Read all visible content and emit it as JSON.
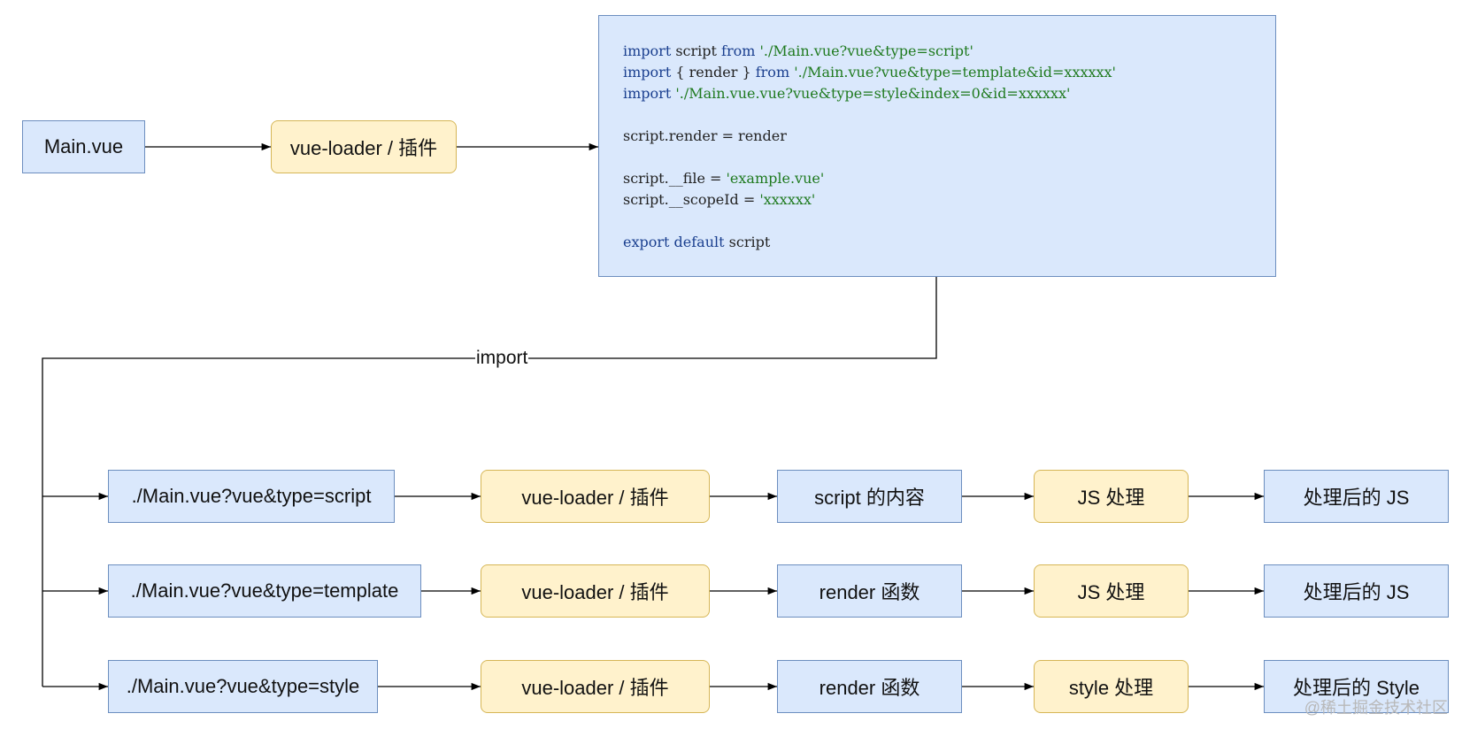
{
  "top_row": {
    "source_file": "Main.vue",
    "loader": "vue-loader / 插件"
  },
  "code_block": {
    "lines": [
      [
        {
          "k": "kw",
          "t": "import"
        },
        {
          "k": "",
          "t": " script "
        },
        {
          "k": "kw",
          "t": "from"
        },
        {
          "k": "",
          "t": " "
        },
        {
          "k": "str",
          "t": "'./Main.vue?vue&type=script'"
        }
      ],
      [
        {
          "k": "kw",
          "t": "import"
        },
        {
          "k": "",
          "t": " { render } "
        },
        {
          "k": "kw",
          "t": "from"
        },
        {
          "k": "",
          "t": " "
        },
        {
          "k": "str",
          "t": "'./Main.vue?vue&type=template&id=xxxxxx'"
        }
      ],
      [
        {
          "k": "kw",
          "t": "import"
        },
        {
          "k": "",
          "t": " "
        },
        {
          "k": "str",
          "t": "'./Main.vue.vue?vue&type=style&index=0&id=xxxxxx'"
        }
      ],
      [],
      [
        {
          "k": "",
          "t": "script.render = render"
        }
      ],
      [],
      [
        {
          "k": "",
          "t": "script.__file = "
        },
        {
          "k": "str",
          "t": "'example.vue'"
        }
      ],
      [
        {
          "k": "",
          "t": "script.__scopeId = "
        },
        {
          "k": "str",
          "t": "'xxxxxx'"
        }
      ],
      [],
      [
        {
          "k": "kw",
          "t": "export"
        },
        {
          "k": "",
          "t": " "
        },
        {
          "k": "kw",
          "t": "default"
        },
        {
          "k": "",
          "t": " script"
        }
      ]
    ]
  },
  "connector_label": "import",
  "rows": [
    {
      "request": "./Main.vue?vue&type=script",
      "loader": "vue-loader / 插件",
      "output": "script 的内容",
      "processor": "JS 处理",
      "result": "处理后的 JS"
    },
    {
      "request": "./Main.vue?vue&type=template",
      "loader": "vue-loader / 插件",
      "output": "render 函数",
      "processor": "JS 处理",
      "result": "处理后的 JS"
    },
    {
      "request": "./Main.vue?vue&type=style",
      "loader": "vue-loader / 插件",
      "output": "render 函数",
      "processor": "style 处理",
      "result": "处理后的 Style"
    }
  ],
  "watermark": "@稀土掘金技术社区",
  "colors": {
    "blue_fill": "#dae8fc",
    "blue_stroke": "#6c8ebf",
    "yellow_fill": "#fff2cc",
    "yellow_stroke": "#d6b656",
    "line": "#000000"
  }
}
